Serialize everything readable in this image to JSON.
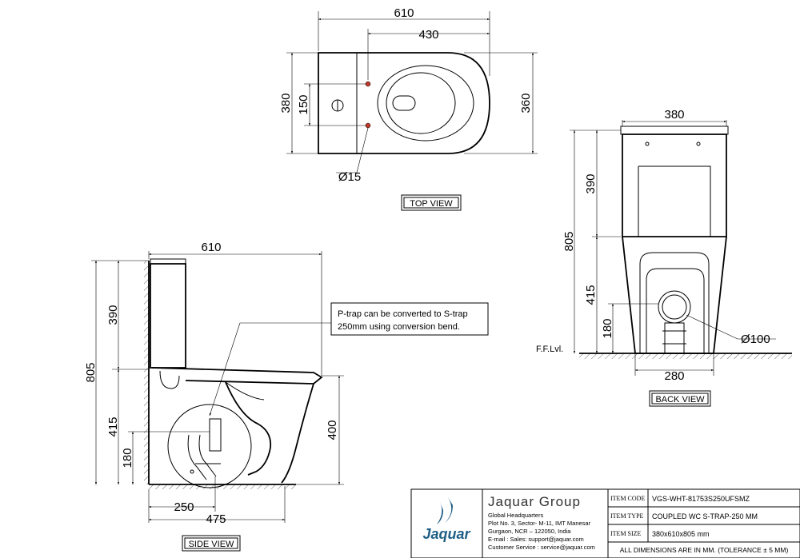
{
  "top_view": {
    "label": "TOP VIEW",
    "dim_width_overall": "610",
    "dim_width_bowl": "430",
    "dim_depth_left": "380",
    "dim_inlet_spacing": "150",
    "dim_depth_right": "360",
    "dim_hole": "Ø15"
  },
  "side_view": {
    "label": "SIDE VIEW",
    "dim_width": "610",
    "dim_height_total": "805",
    "dim_tank": "390",
    "dim_base": "415",
    "dim_outlet": "180",
    "dim_seat": "400",
    "dim_outlet_offset": "250",
    "dim_depth": "475",
    "note_line1": "P-trap can be converted to S-trap",
    "note_line2": "250mm using conversion bend."
  },
  "back_view": {
    "label": "BACK VIEW",
    "dim_width": "380",
    "dim_height_total": "805",
    "dim_tank": "390",
    "dim_base": "415",
    "dim_outlet": "180",
    "dim_outlet_dia": "Ø100",
    "dim_base_width": "280",
    "floor_label": "F.F.Lvl."
  },
  "title_block": {
    "company": "Jaquar Group",
    "logo_text": "Jaquar",
    "hq_title": "Global Headquarters",
    "addr1": "Plot No. 3, Sector- M-11, IMT Manesar",
    "addr2": "Gurgaon, NCR – 122050, India",
    "email": "E-mail : Sales: support@jaquar.com",
    "service": "Customer Service : service@jaquar.com",
    "item_code_label": "ITEM CODE",
    "item_code": "VGS-WHT-81753S250UFSMZ",
    "item_type_label": "ITEM TYPE",
    "item_type": "COUPLED WC S-TRAP-250 MM",
    "item_size_label": "ITEM SIZE",
    "item_size": "380x610x805 mm",
    "footer": "ALL DIMENSIONS ARE IN MM. (TOLERANCE ± 5 MM)",
    "brand_color": "#1f5f86"
  }
}
